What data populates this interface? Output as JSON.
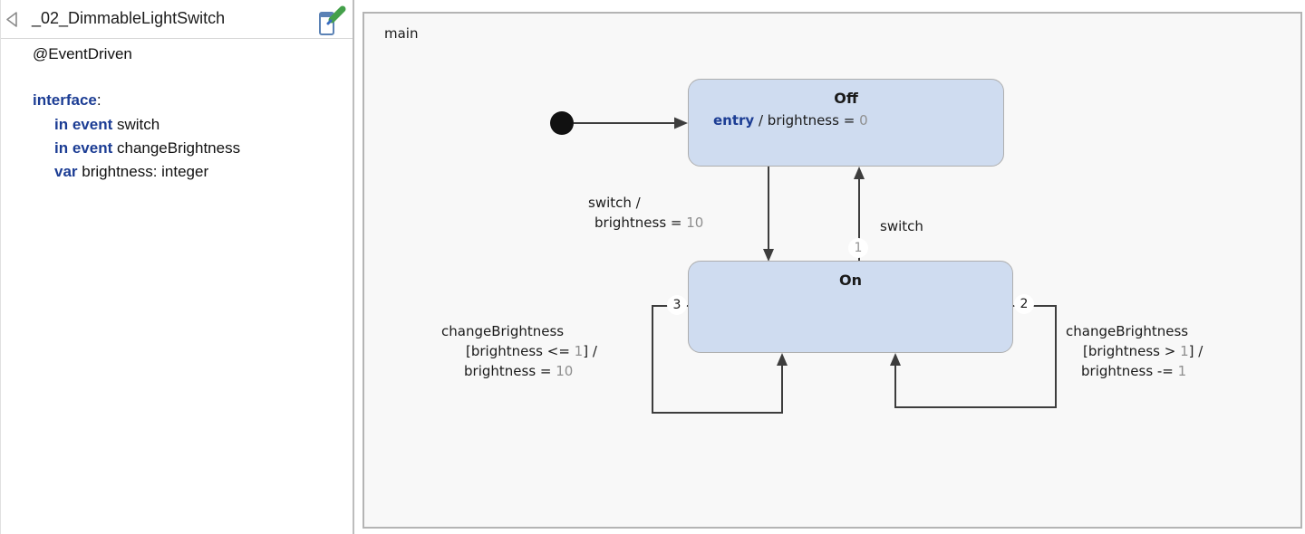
{
  "sidebar": {
    "title": "_02_DimmableLightSwitch",
    "annotation": "@EventDriven",
    "interface_keyword": "interface",
    "interface_colon": ":",
    "declarations": [
      {
        "keyword": "in event",
        "text": "switch"
      },
      {
        "keyword": "in event",
        "text": "changeBrightness"
      },
      {
        "keyword": "var",
        "text": "brightness: integer"
      }
    ]
  },
  "diagram": {
    "region_label": "main",
    "states": {
      "off": {
        "title": "Off",
        "entry_keyword": "entry",
        "entry_text": "/ brightness =",
        "entry_value": "0"
      },
      "on": {
        "title": "On"
      }
    },
    "transitions": {
      "off_to_on": {
        "line1": "switch /",
        "line2_text": "brightness =",
        "line2_value": "10"
      },
      "on_to_off": {
        "label": "switch",
        "priority": "1"
      },
      "self_left": {
        "priority": "3",
        "line1": "changeBrightness",
        "line2_text": "[brightness <=",
        "line2_value": "1",
        "line2_suffix": "] /",
        "line3_text": "brightness =",
        "line3_value": "10"
      },
      "self_right": {
        "priority": "2",
        "line1": "changeBrightness",
        "line2_text": "[brightness >",
        "line2_value": "1",
        "line2_suffix": "] /",
        "line3_text": "brightness -=",
        "line3_value": "1"
      }
    }
  },
  "icons": {
    "collapse": "collapse-panel-icon",
    "edit": "definition-section-edit-icon"
  },
  "colors": {
    "state_fill": "#cfdcf0",
    "state_border": "#aeaeae",
    "keyword_blue": "#1c3d94",
    "value_gray": "#8f8f8f",
    "arrow_dark": "#3d3d3d",
    "canvas_bg": "#f8f8f8"
  }
}
